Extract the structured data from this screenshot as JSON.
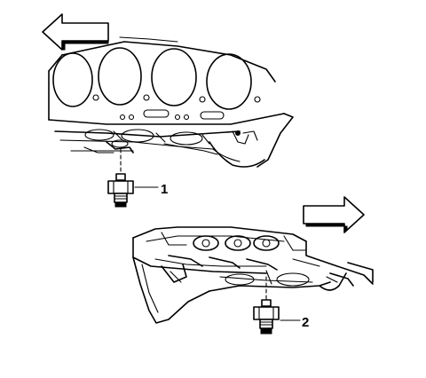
{
  "callouts": {
    "one": "1",
    "two": "2"
  },
  "arrows": {
    "top": "left",
    "bottom": "right"
  },
  "colors": {
    "ink": "#000000",
    "background": "#ffffff"
  }
}
